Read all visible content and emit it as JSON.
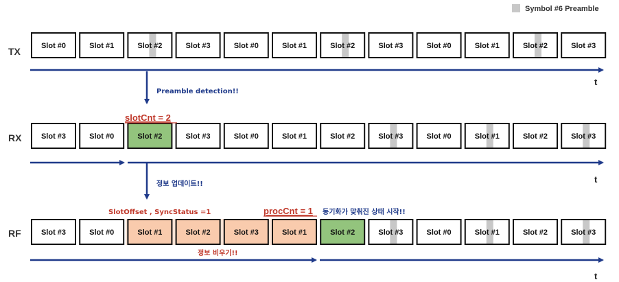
{
  "legend": {
    "label": "Symbol #6 Preamble",
    "swatch_color": "#c8c8c8"
  },
  "time_label": "t",
  "colors": {
    "axis": "#1f3a8a",
    "slot_border": "#111111",
    "preamble": "#c8c8c8",
    "green": "#93c47d",
    "orange": "#f9cbad",
    "orange_group": "#fce4d6",
    "red_text": "#c0392b",
    "blue_text": "#1f3a8a"
  },
  "rows": [
    {
      "id": "tx",
      "label": "TX",
      "slots": [
        {
          "text": "Slot #0",
          "fill": "none",
          "preamble": false
        },
        {
          "text": "Slot #1",
          "fill": "none",
          "preamble": false
        },
        {
          "text": "Slot #2",
          "fill": "none",
          "preamble": true
        },
        {
          "text": "Slot #3",
          "fill": "none",
          "preamble": false
        },
        {
          "text": "Slot #0",
          "fill": "none",
          "preamble": false
        },
        {
          "text": "Slot #1",
          "fill": "none",
          "preamble": false
        },
        {
          "text": "Slot #2",
          "fill": "none",
          "preamble": true
        },
        {
          "text": "Slot #3",
          "fill": "none",
          "preamble": false
        },
        {
          "text": "Slot #0",
          "fill": "none",
          "preamble": false
        },
        {
          "text": "Slot #1",
          "fill": "none",
          "preamble": false
        },
        {
          "text": "Slot #2",
          "fill": "none",
          "preamble": true
        },
        {
          "text": "Slot #3",
          "fill": "none",
          "preamble": false
        }
      ]
    },
    {
      "id": "rx",
      "label": "RX",
      "slots": [
        {
          "text": "Slot #3",
          "fill": "none",
          "preamble": false
        },
        {
          "text": "Slot #0",
          "fill": "none",
          "preamble": false
        },
        {
          "text": "Slot #2",
          "fill": "green",
          "preamble": false
        },
        {
          "text": "Slot #3",
          "fill": "none",
          "preamble": false
        },
        {
          "text": "Slot #0",
          "fill": "none",
          "preamble": false
        },
        {
          "text": "Slot #1",
          "fill": "none",
          "preamble": false
        },
        {
          "text": "Slot #2",
          "fill": "none",
          "preamble": false
        },
        {
          "text": "Slot #3",
          "fill": "none",
          "preamble": true
        },
        {
          "text": "Slot #0",
          "fill": "none",
          "preamble": false
        },
        {
          "text": "Slot #1",
          "fill": "none",
          "preamble": true
        },
        {
          "text": "Slot #2",
          "fill": "none",
          "preamble": false
        },
        {
          "text": "Slot #3",
          "fill": "none",
          "preamble": true
        }
      ]
    },
    {
      "id": "rf",
      "label": "RF",
      "slots": [
        {
          "text": "Slot #3",
          "fill": "none",
          "preamble": false
        },
        {
          "text": "Slot #0",
          "fill": "none",
          "preamble": false
        },
        {
          "text": "Slot #1",
          "fill": "orange",
          "preamble": false
        },
        {
          "text": "Slot #2",
          "fill": "orange",
          "preamble": false
        },
        {
          "text": "Slot #3",
          "fill": "orange",
          "preamble": false
        },
        {
          "text": "Slot #1",
          "fill": "orange",
          "preamble": false
        },
        {
          "text": "Slot #2",
          "fill": "green",
          "preamble": false
        },
        {
          "text": "Slot #3",
          "fill": "none",
          "preamble": true
        },
        {
          "text": "Slot #0",
          "fill": "none",
          "preamble": false
        },
        {
          "text": "Slot #1",
          "fill": "none",
          "preamble": true
        },
        {
          "text": "Slot #2",
          "fill": "none",
          "preamble": false
        },
        {
          "text": "Slot #3",
          "fill": "none",
          "preamble": true
        }
      ]
    }
  ],
  "annotations": {
    "preamble_detection": "Preamble detection!!",
    "slot_cnt": "slotCnt = 2",
    "info_update": "정보 업데이트!!",
    "slot_offset": "SlotOffset , SyncStatus =1",
    "proc_cnt": "procCnt = 1",
    "sync_start": "동기화가 맞춰진 상태 시작!!",
    "info_clear": "정보 비우기!!"
  }
}
